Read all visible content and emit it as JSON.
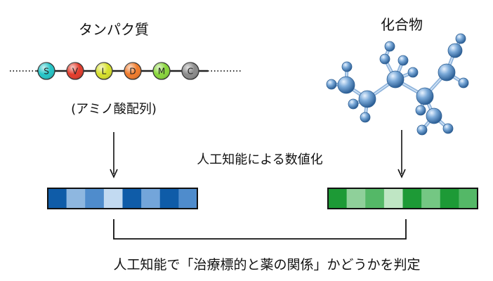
{
  "protein": {
    "title": "タンパク質",
    "caption": "(アミノ酸配列)",
    "residues": [
      {
        "letter": "S",
        "color": "#22c4c6"
      },
      {
        "letter": "V",
        "color": "#e23a2a"
      },
      {
        "letter": "L",
        "color": "#d6e02a"
      },
      {
        "letter": "D",
        "color": "#f07a2a"
      },
      {
        "letter": "M",
        "color": "#88d63a"
      },
      {
        "letter": "C",
        "color": "#8a8a8a"
      }
    ]
  },
  "compound": {
    "title": "化合物",
    "molecule_color": "#6f9fd0"
  },
  "encoding": {
    "label": "人工知能による数値化",
    "protein_vector_colors": [
      "#0f5ca8",
      "#8eb7e0",
      "#4f8ccc",
      "#c2daf1",
      "#0f5ca8",
      "#73a5da",
      "#0f5ca8",
      "#4f8ccc"
    ],
    "compound_vector_colors": [
      "#1d9a36",
      "#8fd09a",
      "#54b867",
      "#bfe6c4",
      "#1d9a36",
      "#74c783",
      "#1d9a36",
      "#54b867"
    ]
  },
  "result": {
    "label": "人工知能で「治療標的と薬の関係」かどうかを判定"
  }
}
